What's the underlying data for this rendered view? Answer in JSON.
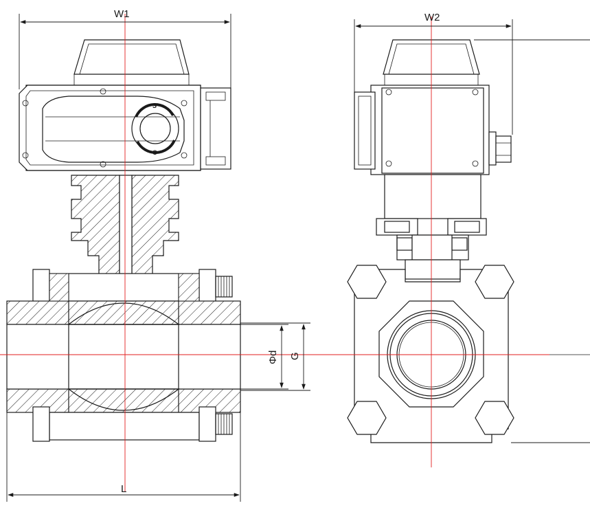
{
  "dimension_labels": {
    "front_width": "W1",
    "side_width": "W2",
    "length": "L",
    "bore": "Φd",
    "thread": "G"
  },
  "indicator_labels": {
    "shut": "S",
    "open": "O"
  },
  "colors": {
    "outline": "#1a1a1a",
    "centerline": "#e11d1d",
    "background": "#ffffff"
  }
}
